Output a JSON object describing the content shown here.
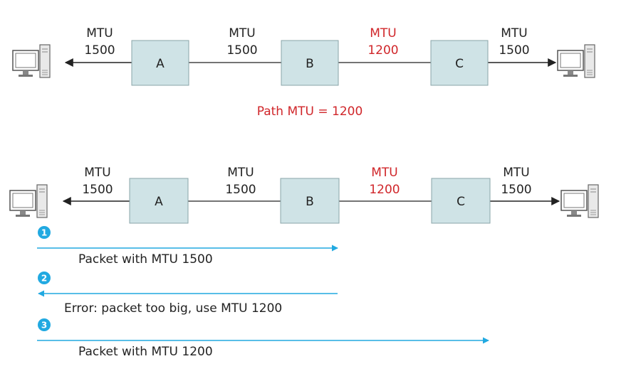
{
  "colors": {
    "accent_red": "#d0262a",
    "flow_blue": "#21a9e1",
    "box_fill": "#cfe3e6",
    "line": "#333333"
  },
  "icons": [
    "computer-icon"
  ],
  "top": {
    "nodes": [
      "A",
      "B",
      "C"
    ],
    "links": [
      {
        "label_top": "MTU",
        "label_bottom": "1500"
      },
      {
        "label_top": "MTU",
        "label_bottom": "1500"
      },
      {
        "label_top": "MTU",
        "label_bottom": "1200"
      },
      {
        "label_top": "MTU",
        "label_bottom": "1500"
      }
    ],
    "path_mtu": "Path MTU = 1200"
  },
  "bottom": {
    "nodes": [
      "A",
      "B",
      "C"
    ],
    "links": [
      {
        "label_top": "MTU",
        "label_bottom": "1500"
      },
      {
        "label_top": "MTU",
        "label_bottom": "1500"
      },
      {
        "label_top": "MTU",
        "label_bottom": "1200"
      },
      {
        "label_top": "MTU",
        "label_bottom": "1500"
      }
    ]
  },
  "steps": [
    {
      "number": "1",
      "text": "Packet with MTU 1500"
    },
    {
      "number": "2",
      "text": "Error: packet too big, use MTU 1200"
    },
    {
      "number": "3",
      "text": "Packet with MTU 1200"
    }
  ]
}
